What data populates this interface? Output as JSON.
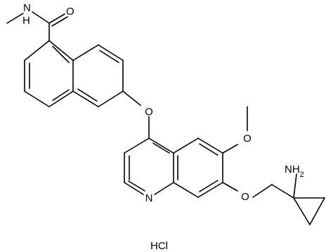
{
  "molecule": {
    "atom_labels": {
      "amide_nh": "N",
      "amide_h": "H",
      "carbonyl_o": "O",
      "ether_o": "O",
      "methoxy_o": "O",
      "side_chain_o": "O",
      "quinoline_n": "N",
      "amine": "NH",
      "amine_subscript": "2"
    },
    "salt": "HCl"
  },
  "colors": {
    "bond": "#000000",
    "text": "#000000",
    "background": "#ffffff"
  }
}
